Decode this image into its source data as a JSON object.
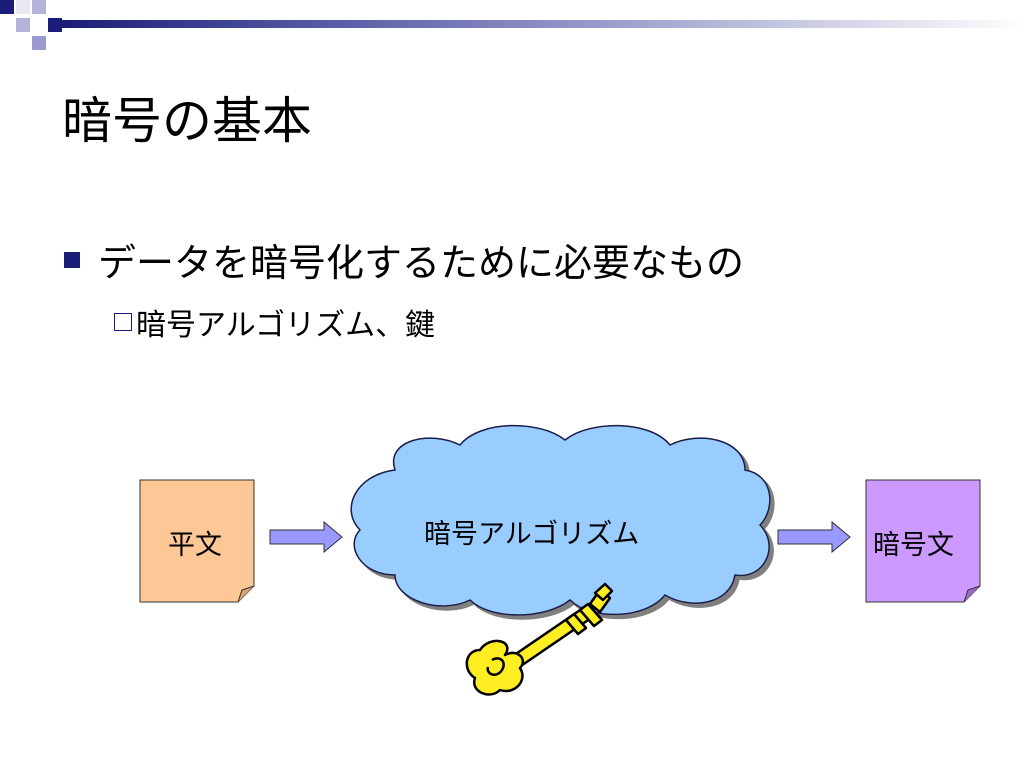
{
  "slide": {
    "title": "暗号の基本",
    "bullet_level1": "データを暗号化するために必要なもの",
    "bullet_level2": "暗号アルゴリズム、鍵"
  },
  "diagram": {
    "plaintext_label": "平文",
    "algorithm_label": "暗号アルゴリズム",
    "ciphertext_label": "暗号文",
    "key_icon": "key-icon",
    "colors": {
      "plaintext_doc": "#fdc896",
      "cloud": "#99ccff",
      "ciphertext_doc": "#cc99ff",
      "arrow": "#9999ff",
      "key": "#ffee22",
      "deco_navy": "#1a1d7a",
      "deco_lavender": "#9a9ad0"
    }
  }
}
